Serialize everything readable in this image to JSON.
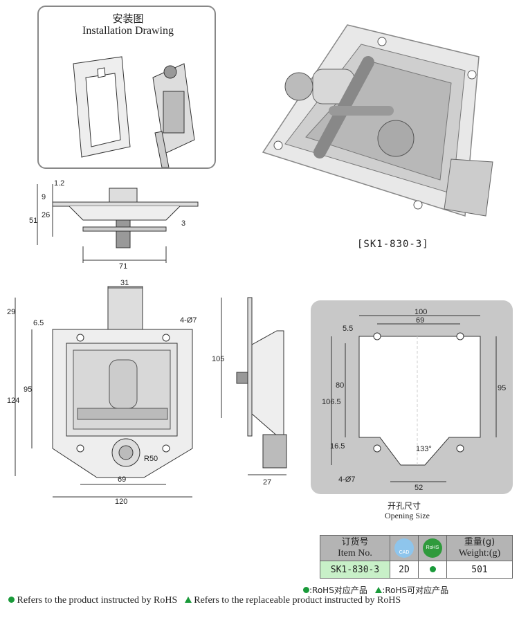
{
  "installation": {
    "title_cn": "安装图",
    "title_en": "Installation Drawing"
  },
  "product_model": "[SK1-830-3]",
  "side_view_dims": {
    "d1": "1.2",
    "d2": "9",
    "d3": "26",
    "d4": "51",
    "d5": "3",
    "d6": "71"
  },
  "front_view_dims": {
    "top": "31",
    "top_left": "29",
    "left_small": "6.5",
    "holes": "4-Ø7",
    "height_inner": "95",
    "height_total": "124",
    "radius": "R50",
    "width_holes": "69",
    "width_total": "120"
  },
  "profile_dims": {
    "height": "105",
    "depth": "27"
  },
  "opening": {
    "dims": {
      "w_outer": "100",
      "w_inner": "69",
      "left": "5.5",
      "h_total": "106.5",
      "h_mid": "80",
      "h_bottom": "16.5",
      "h_right": "95",
      "holes": "4-Ø7",
      "angle": "133°",
      "notch": "52"
    },
    "caption_cn": "开孔尺寸",
    "caption_en": "Opening Size"
  },
  "spec_table": {
    "header_item_cn": "订货号",
    "header_item_en": "Item No.",
    "cad_label": "CAD",
    "rohs_label": "RoHS",
    "header_weight_cn": "重量(g)",
    "header_weight_en": "Weight:(g)",
    "row": {
      "item": "SK1-830-3",
      "cad": "2D",
      "weight": "501"
    }
  },
  "legend": {
    "rohs": ":RoHS对应产品",
    "replaceable": ":RoHS可对应产品"
  },
  "footnotes": {
    "rohs": "Refers to the product instructed by RoHS",
    "replaceable": "Refers to the replaceable product instructed by RoHS"
  },
  "colors": {
    "rohs_green": "#1a9a3a",
    "table_header": "#b4b4b4",
    "item_cell": "#c8f0c8",
    "opening_panel": "#c8c8c8"
  }
}
